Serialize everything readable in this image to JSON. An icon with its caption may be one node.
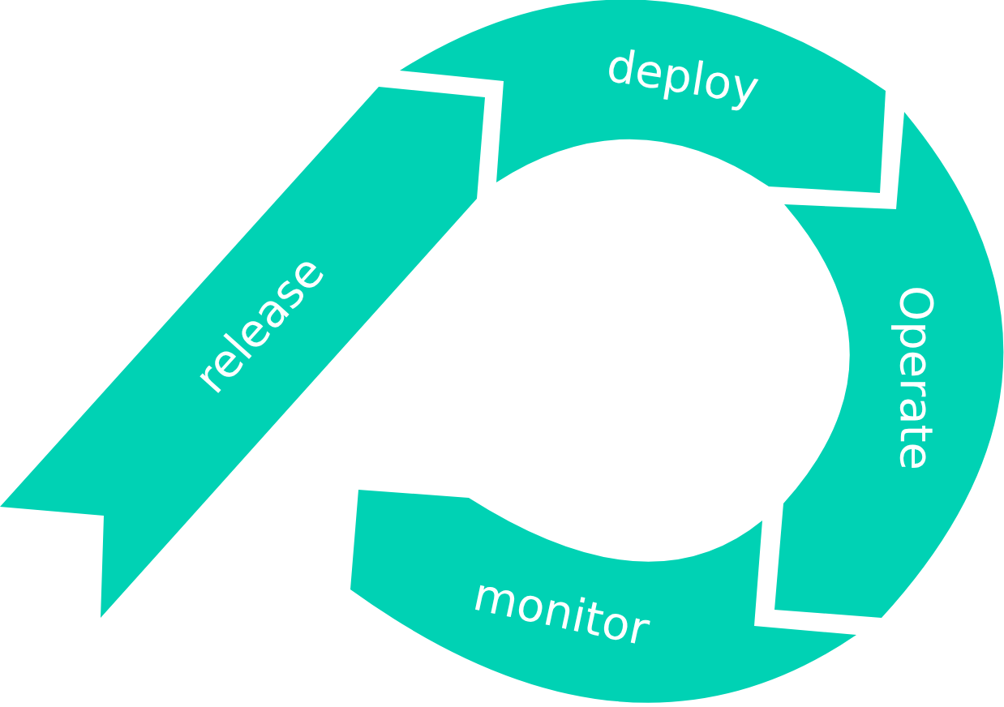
{
  "diagram": {
    "nodes": [
      {
        "text": [
          "release"
        ]
      },
      {
        "text": [
          "deploy"
        ]
      },
      {
        "text": [
          "Operate"
        ]
      },
      {
        "text": [
          "monitor"
        ]
      }
    ]
  }
}
